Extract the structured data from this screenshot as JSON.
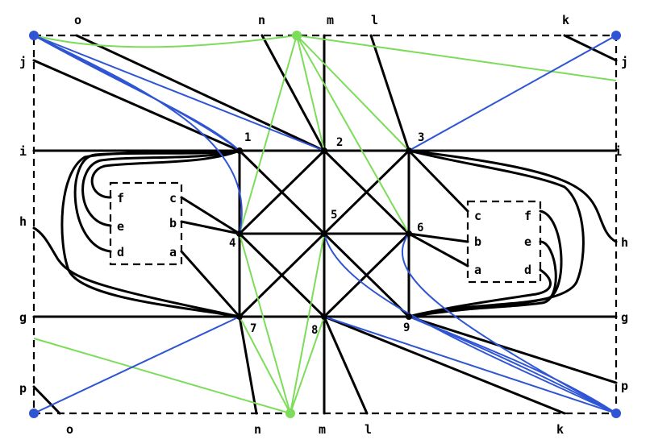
{
  "palette": {
    "black": "#000000",
    "green": "#7ddc5a",
    "blue": "#2f55d4"
  },
  "border_labels": {
    "top": [
      "o",
      "n",
      "m",
      "l",
      "k"
    ],
    "bottom": [
      "o",
      "n",
      "m",
      "l",
      "k"
    ],
    "left": [
      "j",
      "i",
      "h",
      "g",
      "p"
    ],
    "right": [
      "j",
      "i",
      "h",
      "g",
      "p"
    ]
  },
  "left_box_labels": [
    "f",
    "e",
    "d",
    "c",
    "b",
    "a"
  ],
  "right_box_labels": [
    "c",
    "b",
    "a",
    "f",
    "e",
    "d"
  ],
  "vertex_labels": [
    "1",
    "2",
    "3",
    "4",
    "5",
    "6",
    "7",
    "8",
    "9"
  ]
}
